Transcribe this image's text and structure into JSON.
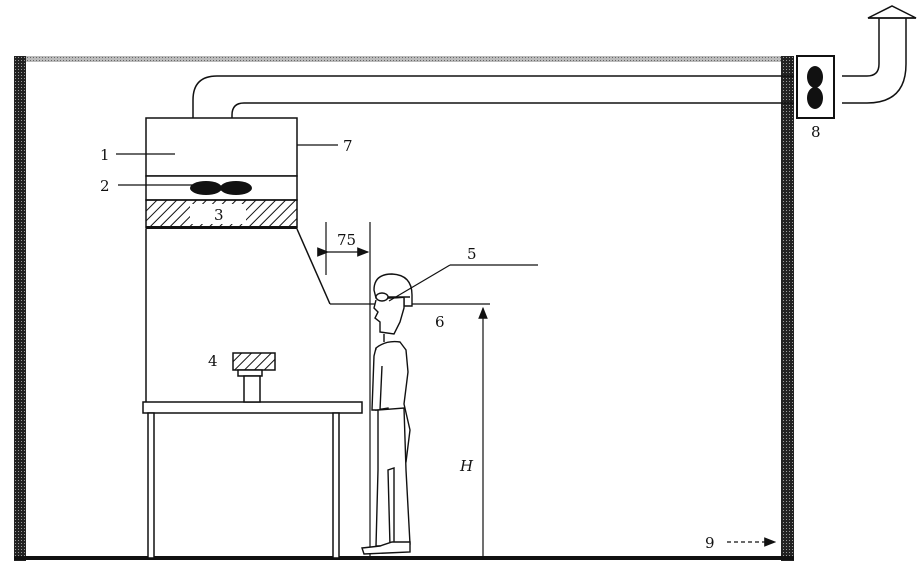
{
  "labels": {
    "l1": "1",
    "l2": "2",
    "l3": "3",
    "l4": "4",
    "l5": "5",
    "l6": "6",
    "l7": "7",
    "l8": "8",
    "l9": "9",
    "dim_75": "75",
    "dim_h": "H"
  },
  "colors": {
    "ink": "#111111",
    "wall_hatch": "#444444",
    "background": "#ffffff"
  }
}
